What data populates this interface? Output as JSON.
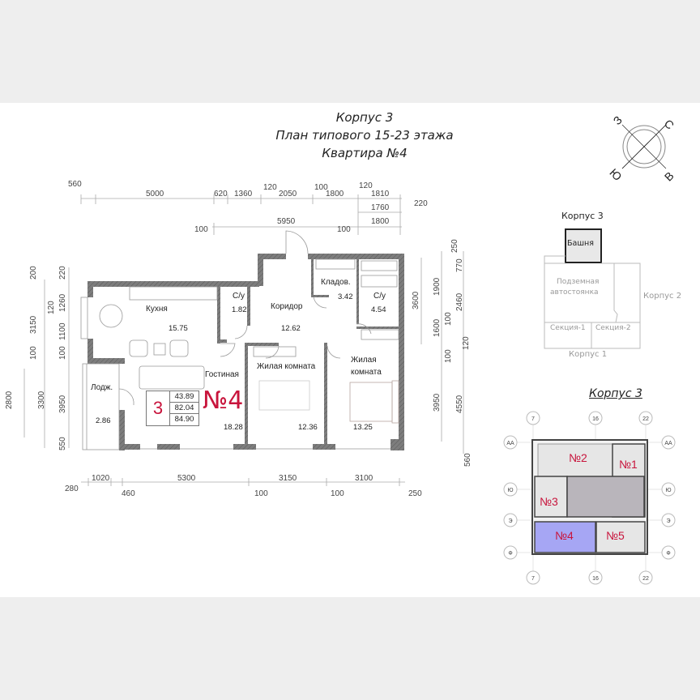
{
  "header": {
    "building": "Корпус 3",
    "plan": "План типового 15-23 этажа",
    "apartment": "Квартира №4"
  },
  "compass": {
    "icon": "compass-rose-icon",
    "north": "С",
    "east": "В",
    "south": "Ю",
    "west": "З",
    "colors": {
      "north_arms": "#29b6e8",
      "south_arms": "#e8194a"
    }
  },
  "dimensions": {
    "top_row1": [
      "560",
      "5000",
      "620",
      "1360",
      "120",
      "2050",
      "100",
      "1800",
      "120",
      "1810",
      "220"
    ],
    "top_row2": [
      "1760"
    ],
    "top_row3": [
      "100",
      "5950",
      "100",
      "1800"
    ],
    "left_outer": [
      "200",
      "3150",
      "100",
      "3300",
      "2800"
    ],
    "left_inner": [
      "220",
      "1260",
      "120",
      "1100",
      "100",
      "3950",
      "550"
    ],
    "right_inner": [
      "3600",
      "1900",
      "100",
      "1600",
      "100",
      "3950"
    ],
    "right_outer": [
      "250",
      "770",
      "2460",
      "120",
      "4550",
      "560"
    ],
    "bottom": [
      "280",
      "1020",
      "460",
      "5300",
      "100",
      "3150",
      "100",
      "3100",
      "250"
    ]
  },
  "rooms": [
    {
      "name": "Кухня",
      "area": "15.75"
    },
    {
      "name": "С/у",
      "area": "1.82"
    },
    {
      "name": "Коридор",
      "area": "12.62"
    },
    {
      "name": "Кладов.",
      "area": "3.42"
    },
    {
      "name": "С/у",
      "area": "4.54"
    },
    {
      "name": "Гостиная",
      "area": "18.28"
    },
    {
      "name": "Жилая комната",
      "area": "12.36"
    },
    {
      "name": "Жилая\nкомната",
      "area": "13.25"
    },
    {
      "name": "Лодж.",
      "area": "2.86"
    }
  ],
  "summary": {
    "rooms_count": "3",
    "living_area": "43.89",
    "total_area": "82.04",
    "total_with_loggia": "84.90",
    "apartment_label": "№4",
    "accent_color": "#c8143c"
  },
  "site_plan": {
    "title": "Корпус 3",
    "tower": "Башня",
    "parking": [
      "Подземная",
      "автостоянка"
    ],
    "building2": "Корпус 2",
    "section1": "Секция-1",
    "section2": "Секция-2",
    "building1": "Корпус 1"
  },
  "floor_key": {
    "title": "Корпус 3",
    "axes_top": [
      "7",
      "16",
      "22"
    ],
    "axes_bottom": [
      "7",
      "16",
      "22"
    ],
    "axes_left": [
      "АА",
      "Ю",
      "Э",
      "Ф"
    ],
    "axes_right": [
      "АА",
      "Ю",
      "Э",
      "Ф"
    ],
    "units": [
      "№2",
      "№1",
      "№3",
      "№4",
      "№5"
    ],
    "highlight_color": "#a6a6f4",
    "core_color": "#b9b5bb"
  }
}
